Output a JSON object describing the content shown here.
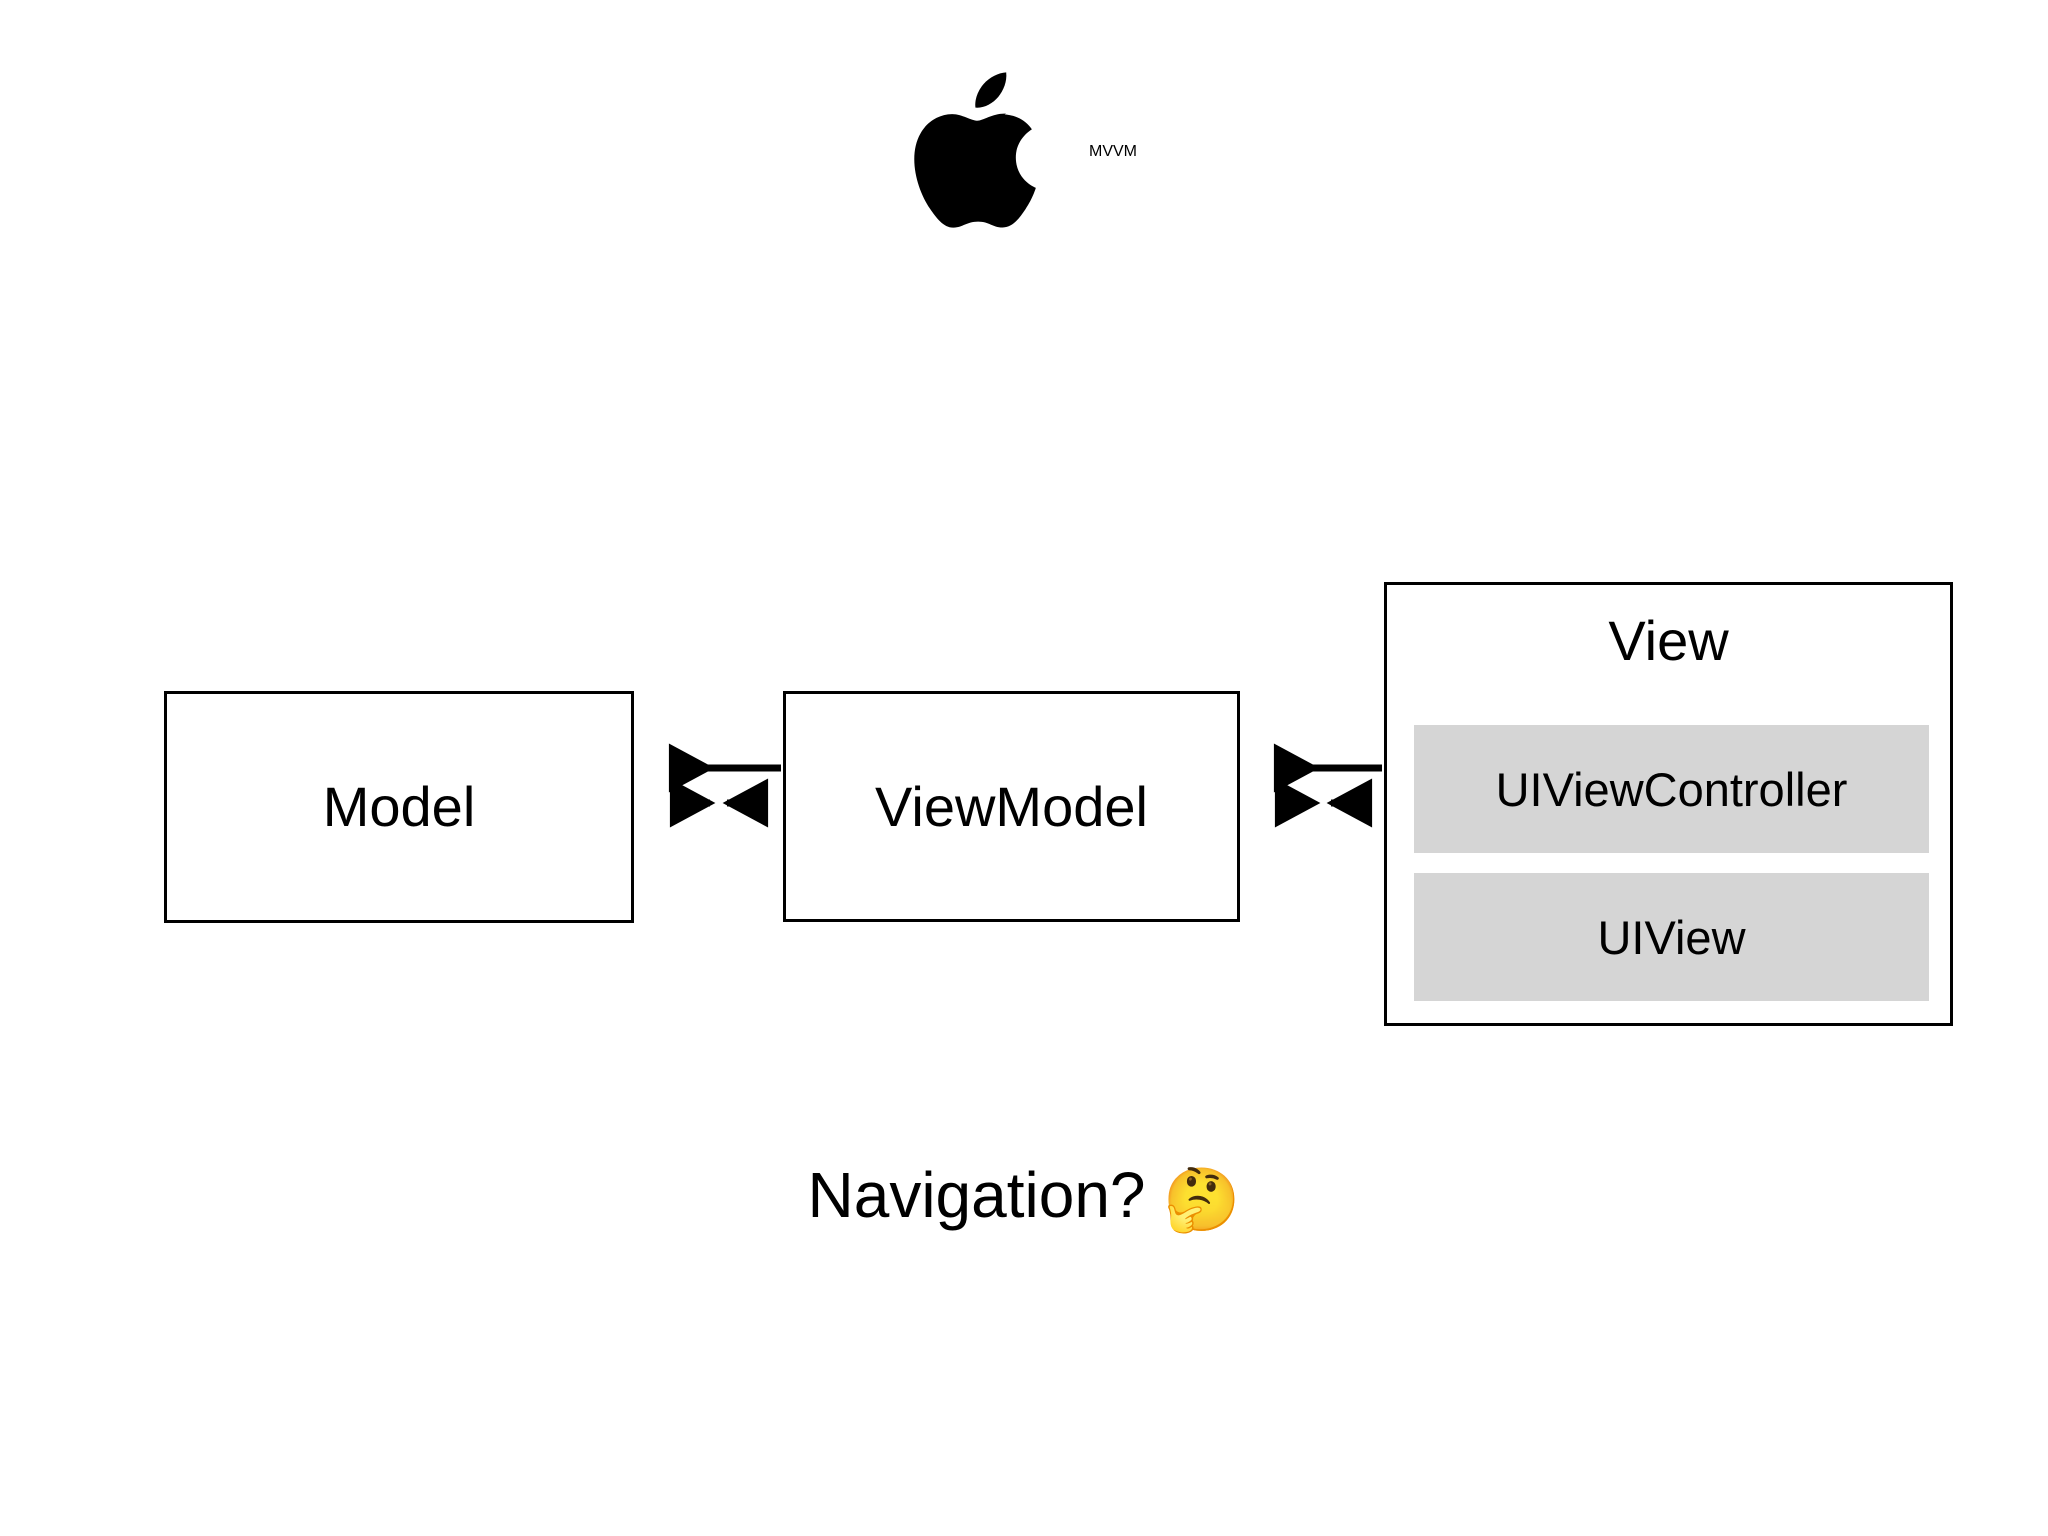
{
  "header": {
    "logo_icon": "apple-logo-icon",
    "title": "MVVM"
  },
  "diagram": {
    "type": "architecture-block-diagram",
    "nodes": [
      {
        "id": "model",
        "label": "Model",
        "fill": "#ffffff",
        "border": "#000000"
      },
      {
        "id": "viewmodel",
        "label": "ViewModel",
        "fill": "#ffffff",
        "border": "#000000"
      },
      {
        "id": "view",
        "label": "View",
        "fill": "#ffffff",
        "border": "#000000",
        "children": [
          {
            "id": "uiviewcontroller",
            "label": "UIViewController",
            "fill": "#d5d5d5"
          },
          {
            "id": "uiview",
            "label": "UIView",
            "fill": "#d5d5d5"
          }
        ]
      }
    ],
    "connections": [
      {
        "id": "viewmodel-to-model-solid",
        "from": "viewmodel",
        "to": "model",
        "style": "solid",
        "arrowheads": "single-left"
      },
      {
        "id": "viewmodel-model-dotted",
        "from": "viewmodel",
        "to": "model",
        "style": "dotted",
        "arrowheads": "double"
      },
      {
        "id": "view-to-viewmodel-solid",
        "from": "view",
        "to": "viewmodel",
        "style": "solid",
        "arrowheads": "single-left"
      },
      {
        "id": "view-viewmodel-dotted",
        "from": "view",
        "to": "viewmodel",
        "style": "dotted",
        "arrowheads": "double"
      }
    ]
  },
  "footer": {
    "question": "Navigation?",
    "emoji": "🤔",
    "emoji_name": "thinking-face-emoji"
  },
  "colors": {
    "background": "#ffffff",
    "stroke": "#000000",
    "sub_box_fill": "#d5d5d5",
    "text": "#000000"
  }
}
